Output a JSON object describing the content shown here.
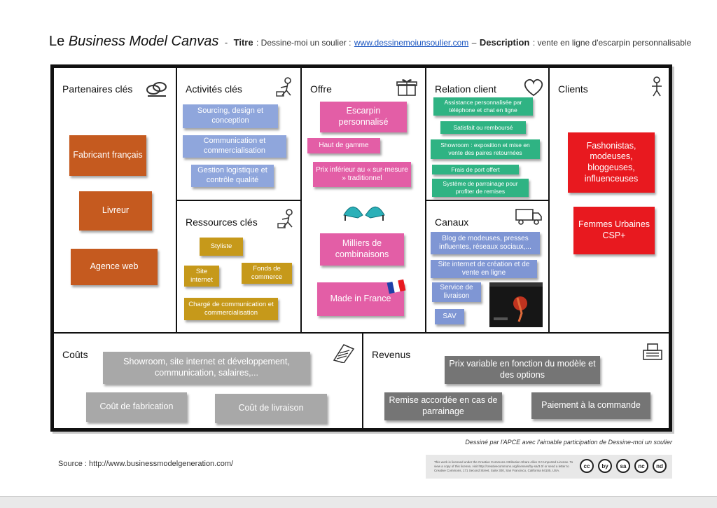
{
  "header": {
    "title_prefix": "Le ",
    "title_italic": "Business Model Canvas",
    "sep": "-",
    "titre_label": "Titre",
    "titre_value": ": Dessine-moi un soulier :",
    "link": "www.dessinemoiunsoulier.com",
    "dash": "–",
    "desc_label": "Description",
    "desc_value": ": vente en ligne d'escarpin personnalisable"
  },
  "sections": {
    "partenaires": {
      "title": "Partenaires clés",
      "icon": "rings-icon",
      "notes": [
        "Fabricant français",
        "Livreur",
        "Agence web"
      ]
    },
    "activites": {
      "title": "Activités clés",
      "icon": "worker-icon",
      "notes": [
        "Sourcing, design et conception",
        "Communication et commercialisation",
        "Gestion logistique et contrôle qualité"
      ]
    },
    "ressources": {
      "title": "Ressources clés",
      "icon": "worker-icon",
      "notes": [
        "Styliste",
        "Site internet",
        "Fonds de commerce",
        "Chargé de communication et commercialisation"
      ]
    },
    "offre": {
      "title": "Offre",
      "icon": "gift-icon",
      "notes": [
        "Escarpin personnalisé",
        "Haut de gamme",
        "Prix inférieur au « sur-mesure » traditionnel",
        "Milliers de combinaisons",
        "Made in France"
      ]
    },
    "relation": {
      "title": "Relation client",
      "icon": "heart-icon",
      "notes": [
        "Assistance personnalisée par téléphone et chat en ligne",
        "Satisfait ou remboursé",
        "Showroom : exposition et mise en vente des paires retournées",
        "Frais de port offert",
        "Système de parrainage pour profiter de remises"
      ]
    },
    "canaux": {
      "title": "Canaux",
      "icon": "truck-icon",
      "notes": [
        "Blog de modeuses, presses influentes, réseaux sociaux,...",
        "Site internet de création et de vente en ligne",
        "Service de livraison",
        "SAV"
      ]
    },
    "clients": {
      "title": "Clients",
      "icon": "person-icon",
      "notes": [
        "Fashonistas, modeuses, bloggeuses, influenceuses",
        "Femmes Urbaines CSP+"
      ]
    },
    "couts": {
      "title": "Coûts",
      "icon": "receipt-icon",
      "notes": [
        "Showroom, site internet et développement, communication, salaires,...",
        "Coût de fabrication",
        "Coût de livraison"
      ]
    },
    "revenus": {
      "title": "Revenus",
      "icon": "cash-register-icon",
      "notes": [
        "Prix variable en fonction du modèle et des options",
        "Remise accordée en cas de parrainage",
        "Paiement à la commande"
      ]
    }
  },
  "footer": {
    "credit": "Dessiné par l'APCE avec l'aimable participation de Dessine-moi un soulier",
    "source": "Source : http://www.businessmodelgeneration.com/",
    "license_text": "This work is licensed under the Creative Commons Attribution-Share Alike 3.0 Unported License. To view a copy of this license, visit http://creativecommons.org/licenses/by-sa/3.0/ or send a letter to Creative Commons, 171 Second Street, Suite 300, San Francisco, California 94105, USA.",
    "cc_icons": [
      "cc",
      "by",
      "sa",
      "nc",
      "nd"
    ]
  },
  "colors": {
    "orange": "#c55a1f",
    "blue": "#8fa6dc",
    "gold": "#c6991a",
    "pink": "#e35ea6",
    "green": "#2fb383",
    "red": "#e8191f",
    "grey": "#a8a8a8",
    "dark_grey": "#757575"
  }
}
